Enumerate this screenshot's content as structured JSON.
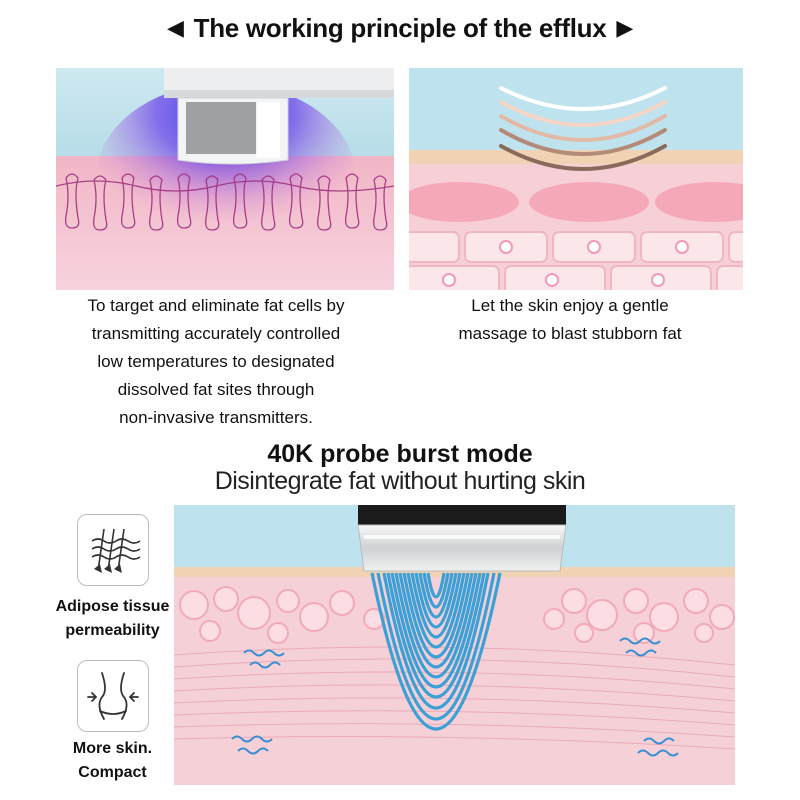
{
  "header": {
    "title": "The working principle of the efflux",
    "left_arrow_icon": "triangle-left-icon",
    "right_arrow_icon": "triangle-right-icon"
  },
  "panels": [
    {
      "caption_lines": [
        "To target and eliminate fat cells by",
        "transmitting accurately controlled",
        "low temperatures to designated",
        "dissolved fat sites through",
        "non-invasive transmitters."
      ]
    },
    {
      "caption_lines": [
        "Let the skin enjoy a gentle",
        "massage to blast stubborn fat"
      ]
    }
  ],
  "burst": {
    "title": "40K probe burst mode",
    "subtitle": "Disintegrate fat without hurting skin"
  },
  "features": [
    {
      "icon": "arrows-through-tissue-icon",
      "label_lines": [
        "Adipose tissue",
        "permeability"
      ]
    },
    {
      "icon": "waist-contour-icon",
      "label_lines": [
        "More skin.",
        "Compact"
      ]
    }
  ],
  "colors": {
    "sky": "#bfe4ee",
    "skin_pink": "#f6c6cf",
    "fat_pink": "#f3b8c2",
    "blue_wave": "#3aa0d6",
    "cold_blue": "#3b46e6"
  }
}
